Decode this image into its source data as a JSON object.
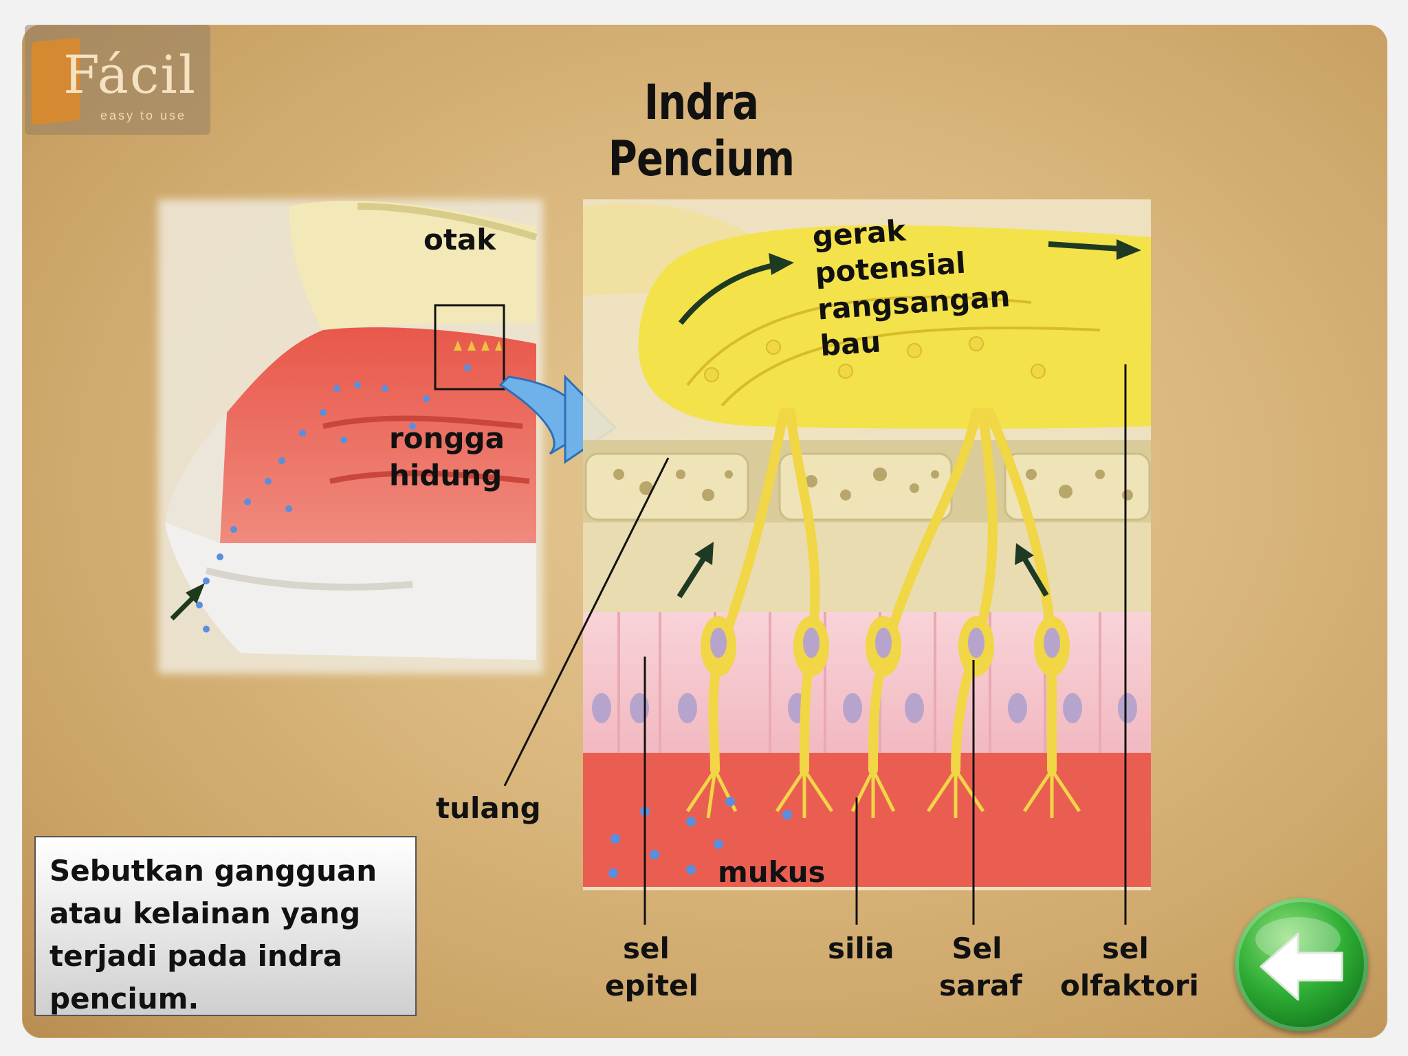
{
  "logo": {
    "brand": "Fácil",
    "tagline": "easy to use",
    "icon": "book-icon"
  },
  "title": "Indra Pencium",
  "labels": {
    "otak": "otak",
    "rongga_hidung": "rongga\nhidung",
    "gerak_potensial": "gerak\npotensial\nrangsangan\nbau",
    "tulang": "tulang",
    "mukus": "mukus",
    "sel_epitel": "sel\nepitel",
    "silia": "silia",
    "sel_saraf": "Sel\nsaraf",
    "sel_olfaktori": "sel\nolfaktori"
  },
  "question": "Sebutkan  gangguan\natau kelainan yang\nterjadi pada indra\npencium.",
  "back_button": {
    "icon": "arrow-left-icon"
  },
  "colors": {
    "mucosa_red": "#e8584a",
    "bulb_yellow": "#f3e24a",
    "bone": "#efe3b8",
    "epithelium_pink": "#f6c9cf",
    "accent_green": "#2fae35",
    "arrow_blue": "#6fb2ea"
  }
}
